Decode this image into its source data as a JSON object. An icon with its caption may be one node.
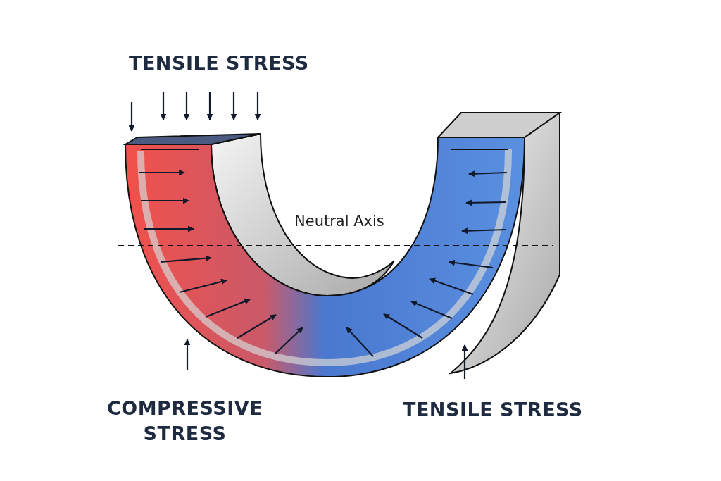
{
  "diagram": {
    "labels": [
      "TENSILE STRESS",
      "Neutral Axis",
      "COMPRESSIVE STRESS",
      "TENSILE STRESS"
    ]
  }
}
